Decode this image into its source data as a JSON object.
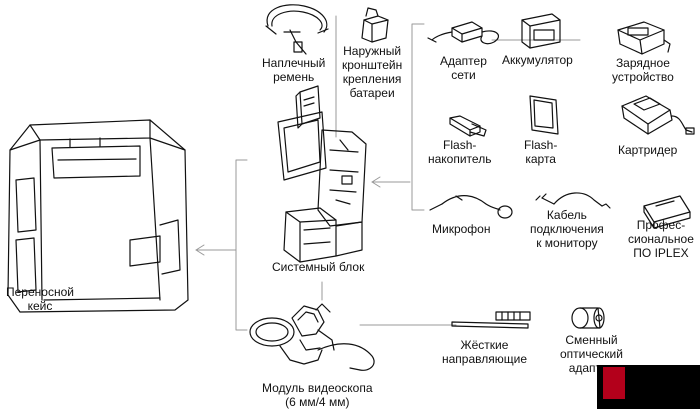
{
  "labels": {
    "shoulder_strap": [
      "Наплечный",
      "ремень"
    ],
    "battery_bracket": [
      "Наружный",
      "кронштейн",
      "крепления",
      "батареи"
    ],
    "ac_adapter": [
      "Адаптер",
      "сети"
    ],
    "battery": [
      "Аккумулятор"
    ],
    "charger": [
      "Зарядное",
      "устройство"
    ],
    "usb_flash": [
      "Flash-",
      "накопитель"
    ],
    "flash_card": [
      "Flash-",
      "карта"
    ],
    "card_reader": [
      "Картридер"
    ],
    "microphone": [
      "Микрофон"
    ],
    "monitor_cable": [
      "Кабель",
      "подключения",
      "к монитору"
    ],
    "iplex_software": [
      "Профес-",
      "сиональное",
      "ПО IPLEX"
    ],
    "system_unit": [
      "Системный блок"
    ],
    "carrying_case": [
      "Переносной",
      "кейс"
    ],
    "rigid_guides": [
      "Жёсткие",
      "направляющие"
    ],
    "optical_adapter": [
      "Сменный",
      "оптический",
      "адаптер"
    ],
    "scope_module": [
      "Модуль видеоскопа",
      "(6 мм/4 мм)"
    ]
  }
}
